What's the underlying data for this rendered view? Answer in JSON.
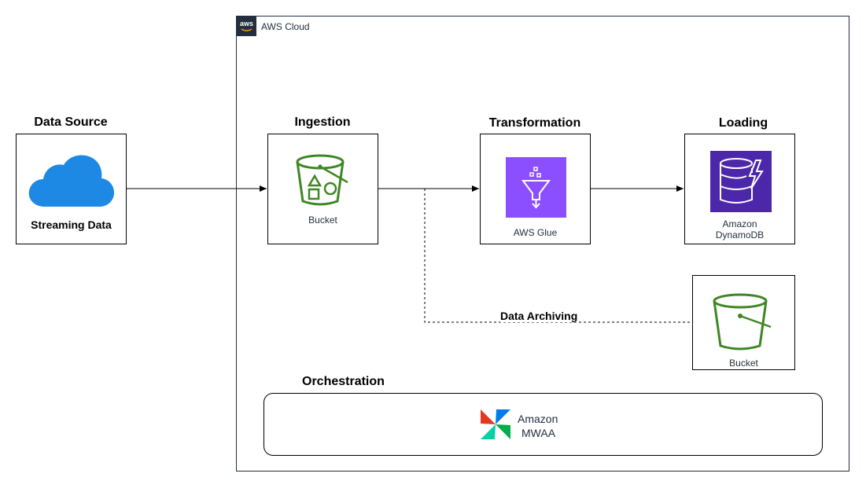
{
  "headings": {
    "data_source": "Data Source",
    "ingestion": "Ingestion",
    "transformation": "Transformation",
    "loading": "Loading",
    "orchestration": "Orchestration"
  },
  "cloud": {
    "label": "AWS Cloud",
    "logo_text": "aws"
  },
  "nodes": {
    "streaming": {
      "label": "Streaming Data",
      "icon": "cloud-icon"
    },
    "ingest_bucket": {
      "label": "Bucket",
      "icon": "s3-bucket-icon"
    },
    "glue": {
      "label": "AWS Glue",
      "icon": "glue-icon"
    },
    "dynamodb": {
      "label_line1": "Amazon",
      "label_line2": "DynamoDB",
      "icon": "dynamodb-icon"
    },
    "archive_bucket": {
      "label": "Bucket",
      "icon": "s3-bucket-icon"
    },
    "mwaa": {
      "label_line1": "Amazon",
      "label_line2": "MWAA",
      "icon": "mwaa-icon"
    }
  },
  "edges": {
    "archiving_label": "Data Archiving"
  },
  "colors": {
    "aws_dark": "#232f3e",
    "s3_green": "#3f8624",
    "glue_purple": "#8c4fff",
    "dynamodb_blue": "#4d27aa",
    "cloud_blue": "#2196f3"
  }
}
